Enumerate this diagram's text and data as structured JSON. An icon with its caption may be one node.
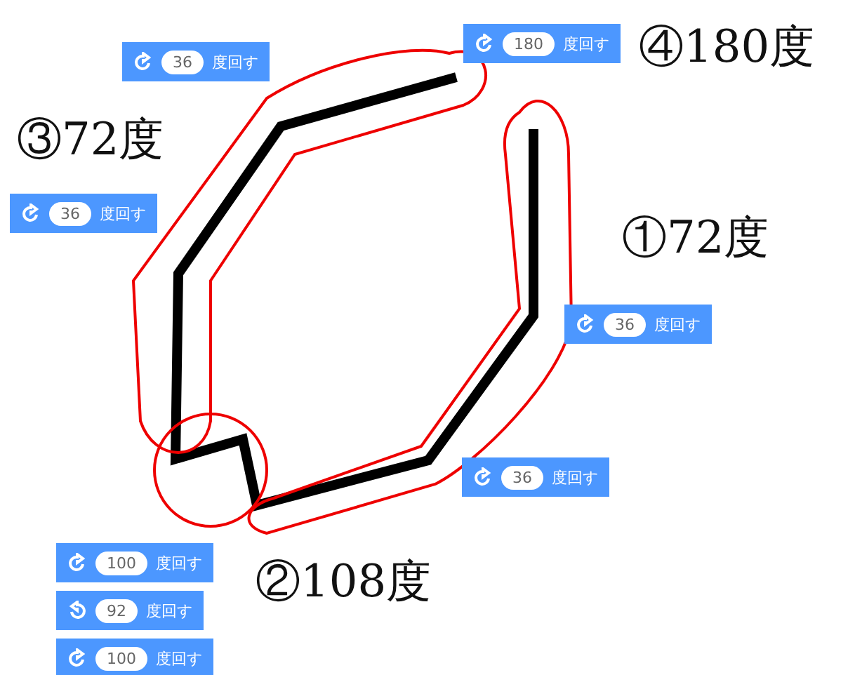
{
  "diagram": {
    "nodes": [
      {
        "text": [
          "180",
          "度回す"
        ]
      },
      {
        "text": [
          "36",
          "度回す"
        ]
      },
      {
        "text": [
          "36",
          "度回す"
        ]
      },
      {
        "text": [
          "36",
          "度回す"
        ]
      },
      {
        "text": [
          "36",
          "度回す"
        ]
      },
      {
        "text": [
          "100",
          "度回す"
        ]
      },
      {
        "text": [
          "92",
          "度回す"
        ]
      },
      {
        "text": [
          "100",
          "度回す"
        ]
      }
    ],
    "edges": [],
    "labels": [
      "④180度",
      "③72度",
      "①72度",
      "②108度"
    ]
  }
}
